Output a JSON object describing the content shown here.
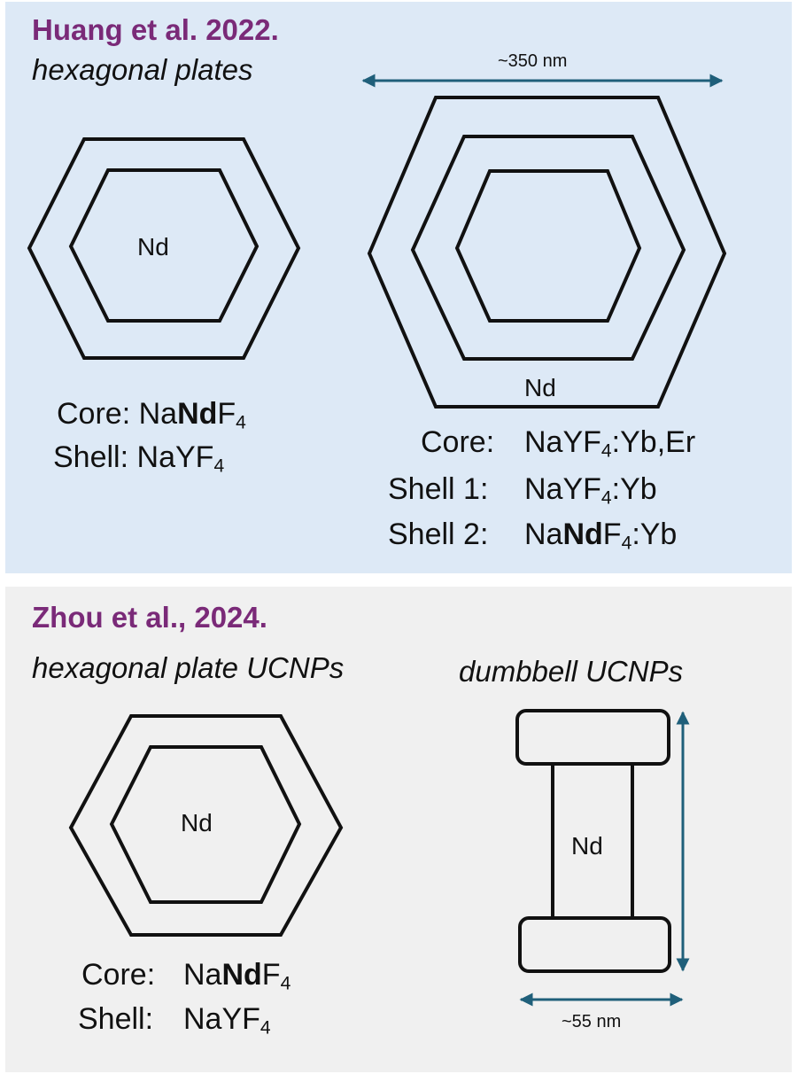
{
  "top": {
    "title": "Huang et al. 2022.",
    "subtitle": "hexagonal plates",
    "left_particle": {
      "center_label": "Nd",
      "core_label": "Core:",
      "core_pre": "Na",
      "core_bold": "Nd",
      "core_mid": "F",
      "core_sub": "4",
      "shell_label": "Shell:",
      "shell_pre": "NaYF",
      "shell_sub": "4"
    },
    "right_particle": {
      "size_label": "~350 nm",
      "outer_label": "Nd",
      "core_label": "Core:",
      "core_pre": "NaYF",
      "core_sub": "4",
      "core_post": ":Yb,Er",
      "shell1_label": "Shell 1:",
      "shell1_pre": "NaYF",
      "shell1_sub": "4",
      "shell1_post": ":Yb",
      "shell2_label": "Shell 2:",
      "shell2_pre": "Na",
      "shell2_bold": "Nd",
      "shell2_mid": "F",
      "shell2_sub": "4",
      "shell2_post": ":Yb"
    }
  },
  "bottom": {
    "title": "Zhou et al., 2024.",
    "subtitle_left": "hexagonal plate UCNPs",
    "subtitle_right": "dumbbell UCNPs",
    "hex_particle": {
      "center_label": "Nd",
      "core_label": "Core:",
      "core_pre": "Na",
      "core_bold": "Nd",
      "core_mid": "F",
      "core_sub": "4",
      "shell_label": "Shell:",
      "shell_pre": "NaYF",
      "shell_sub": "4"
    },
    "dumbbell_particle": {
      "center_label": "Nd",
      "width_label": "~55 nm"
    }
  },
  "colors": {
    "title": "#7a2a78",
    "arrow": "#1f5f7a",
    "top_panel_bg": "#dde9f6",
    "bottom_panel_bg": "#f0f0f0",
    "outline": "#111111"
  }
}
